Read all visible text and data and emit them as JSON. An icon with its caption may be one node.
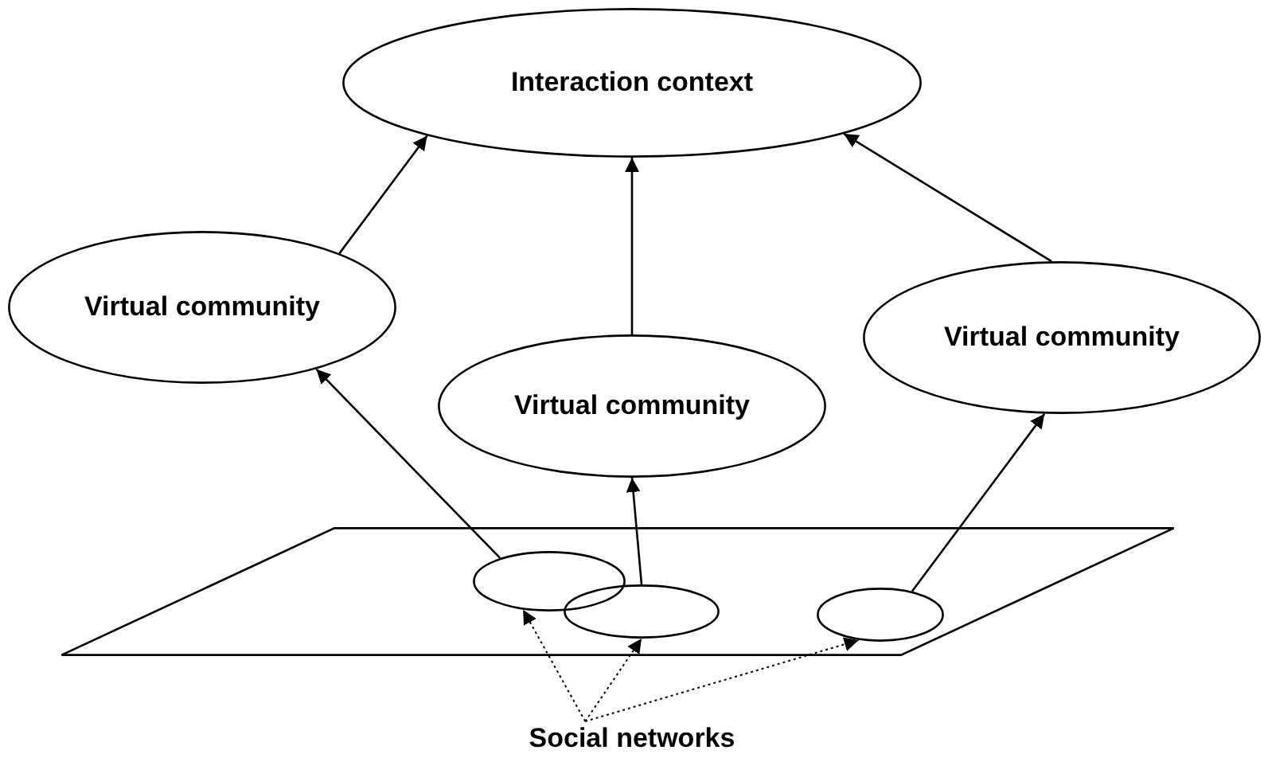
{
  "diagram": {
    "nodes": [
      {
        "text": [
          "Interaction context"
        ]
      },
      {
        "text": [
          "Virtual community"
        ]
      },
      {
        "text": [
          "Virtual community"
        ]
      },
      {
        "text": [
          "Virtual community"
        ]
      },
      {
        "text": [],
        "shape": "box"
      },
      {
        "text": [],
        "shape": "circle",
        "in": 4
      },
      {
        "text": [],
        "shape": "circle",
        "in": 4
      },
      {
        "text": [],
        "shape": "circle",
        "in": 4
      },
      {
        "text": [
          "Social networks"
        ]
      }
    ],
    "edges": [
      {
        "from": 1,
        "to": 0,
        "arrow": "to"
      },
      {
        "from": 2,
        "to": 0,
        "arrow": "to"
      },
      {
        "from": 3,
        "to": 0,
        "arrow": "to"
      },
      {
        "from": 5,
        "to": 1,
        "arrow": "to"
      },
      {
        "from": 6,
        "to": 2,
        "arrow": "to"
      },
      {
        "from": 7,
        "to": 3,
        "arrow": "to"
      },
      {
        "from": 8,
        "to": 5,
        "arrow": "to",
        "style": "dashed"
      },
      {
        "from": 8,
        "to": 6,
        "arrow": "to",
        "style": "dashed"
      },
      {
        "from": 8,
        "to": 7,
        "arrow": "to",
        "style": "dashed"
      }
    ]
  }
}
